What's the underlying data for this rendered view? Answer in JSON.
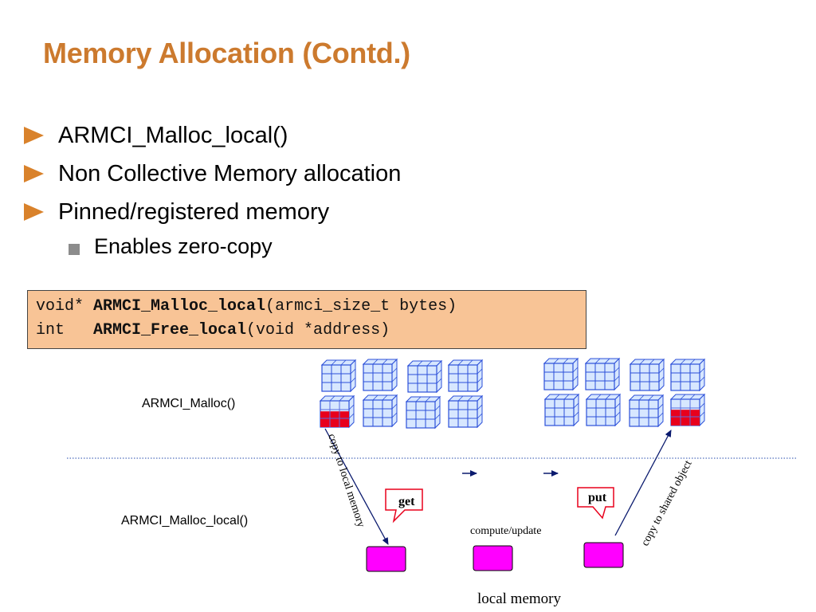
{
  "slide": {
    "title": "Memory Allocation (Contd.)",
    "bullets": [
      "ARMCI_Malloc_local()",
      "Non Collective Memory allocation",
      "Pinned/registered memory"
    ],
    "sub_bullets": [
      "Enables zero-copy"
    ]
  },
  "code": {
    "line1": {
      "type": "void* ",
      "func": "ARMCI_Malloc_local",
      "args": "(armci_size_t bytes)"
    },
    "line2": {
      "type": "int   ",
      "func": "ARMCI_Free_local",
      "args": "(void *address)"
    }
  },
  "diagram": {
    "label_shared": "ARMCI_Malloc()",
    "label_local": "ARMCI_Malloc_local()",
    "arrow_left": "copy to local memory",
    "arrow_right": "copy to shared object",
    "callout_get": "get",
    "callout_put": "put",
    "compute": "compute/update",
    "local_memory": "local memory",
    "colors": {
      "cube_fill": "#d7e7ff",
      "cube_line": "#2b4fd8",
      "highlight": "#e8001c",
      "local_block": "#ff00ff",
      "callout_border": "#e8001c"
    }
  }
}
